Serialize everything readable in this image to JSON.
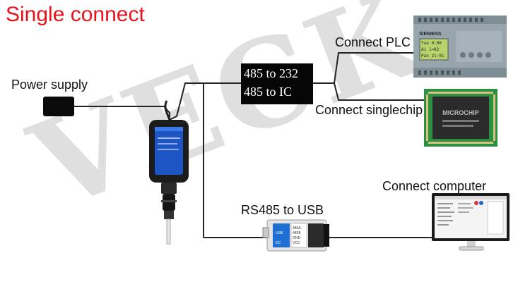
{
  "title": "Single connect",
  "watermark": "VECK",
  "labels": {
    "power_supply": "Power supply",
    "connect_plc": "Connect PLC",
    "connect_singlechip": "Connect singlechip",
    "connect_computer": "Connect computer",
    "rs485_usb": "RS485 to USB"
  },
  "converter_box": {
    "line1": "485 to 232",
    "line2": "485 to IC"
  },
  "devices": {
    "plc": {
      "brand": "SIEMENS",
      "screen_line1": "Tue 0:00",
      "screen_line2": "Ai 1=02",
      "screen_line3": "Pan 21:01"
    },
    "chip": {
      "brand": "MICROCHIP"
    },
    "usb_module": {
      "lines": [
        "USB",
        "485A",
        "485B",
        "GND",
        "VCC",
        "DC"
      ]
    }
  },
  "colors": {
    "title": "#e8141b",
    "wire": "#222222",
    "converter_bg": "#050505",
    "plc_body": "#95a3ab",
    "chip_board": "#2c8f44",
    "usb_blue": "#1f6fd3",
    "monitor_frame": "#1a1a1a"
  }
}
